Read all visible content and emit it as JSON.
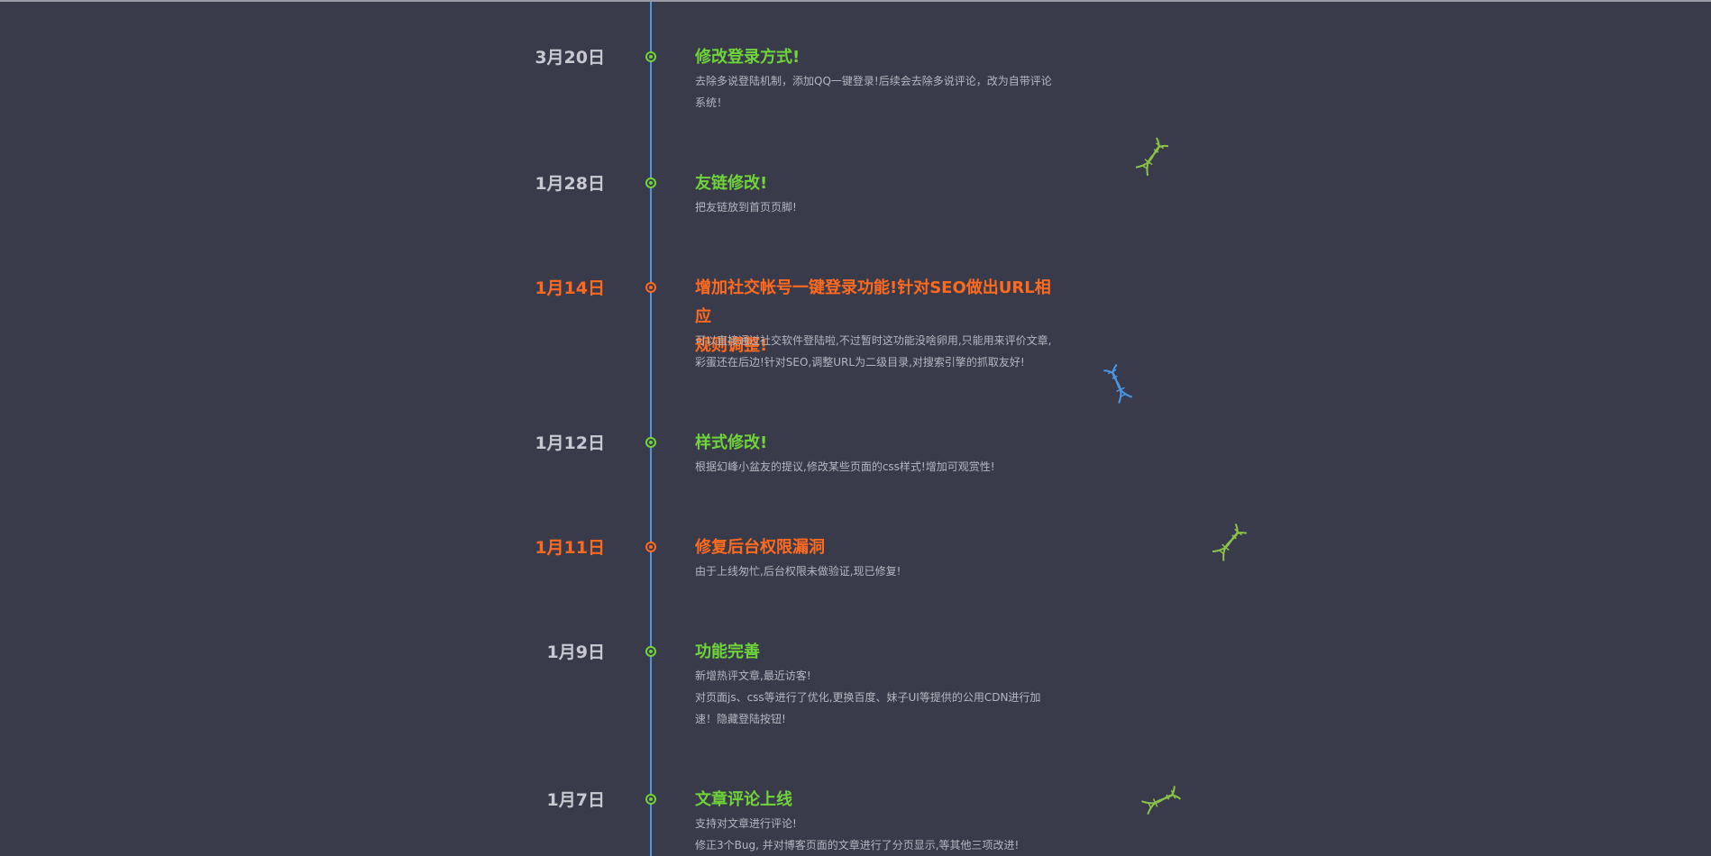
{
  "entries": [
    {
      "date": "3月20日",
      "title": "修改登录方式!",
      "lines": [
        "去除多说登陆机制，添加QQ一键登录!后续会去除多说评论，改为自带评论",
        "系统！"
      ]
    },
    {
      "date": "1月28日",
      "title": "友链修改!",
      "lines": [
        "把友链放到首页页脚!"
      ]
    },
    {
      "date": "1月14日",
      "title_lines": [
        "增加社交帐号一键登录功能!针对SEO做出URL相应",
        "规则调整!"
      ],
      "lines": [
        "可以直接通过社交软件登陆啦,不过暂时这功能没啥卵用,只能用来评价文章,",
        "彩蛋还在后边!针对SEO,调整URL为二级目录,对搜索引擎的抓取友好!"
      ]
    },
    {
      "date": "1月12日",
      "title": "样式修改!",
      "lines": [
        "根据幻峰小盆友的提议,修改某些页面的css样式!增加可观赏性!"
      ]
    },
    {
      "date": "1月11日",
      "title": "修复后台权限漏洞",
      "lines": [
        "由于上线匆忙,后台权限未做验证,现已修复!"
      ]
    },
    {
      "date": "1月9日",
      "title": "功能完善",
      "lines": [
        "新增热评文章,最近访客!",
        "对页面js、css等进行了优化,更换百度、妹子UI等提供的公用CDN进行加",
        "速！隐藏登陆按钮!"
      ]
    },
    {
      "date": "1月7日",
      "title": "文章评论上线",
      "lines": [
        "支持对文章进行评论!",
        "修正3个Bug, 并对博客页面的文章进行了分页显示,等其他三项改进!"
      ]
    }
  ],
  "colors": {
    "background": "#393b4a",
    "line": "#4a97e4",
    "title_green": "#6fd43a",
    "highlight_orange": "#ff6a1f",
    "date_gray": "#c8c9d0",
    "text": "#b5b6bf",
    "dna_green": "#8bc34a",
    "dna_blue": "#4a97e4"
  },
  "icons": [
    "timeline-dot-icon",
    "dna-icon"
  ]
}
